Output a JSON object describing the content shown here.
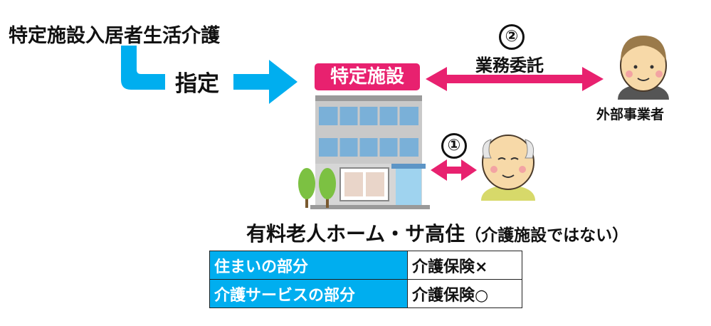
{
  "title": "特定施設入居者生活介護",
  "designation_label": "指定",
  "facility_badge": "特定施設",
  "service_two": {
    "number": "②",
    "label": "業務委託"
  },
  "vendor_label": "外部事業者",
  "service_one": {
    "number": "①"
  },
  "home": {
    "title": "有料老人ホーム・サ高住",
    "note": "（介護施設ではない）"
  },
  "table": [
    {
      "label": "住まいの部分",
      "value": "介護保険×"
    },
    {
      "label": "介護サービスの部分",
      "value": "介護保険○"
    }
  ],
  "colors": {
    "arrow_blue": "#00aeef",
    "accent_pink": "#e8216f",
    "table_header": "#00aeef"
  }
}
